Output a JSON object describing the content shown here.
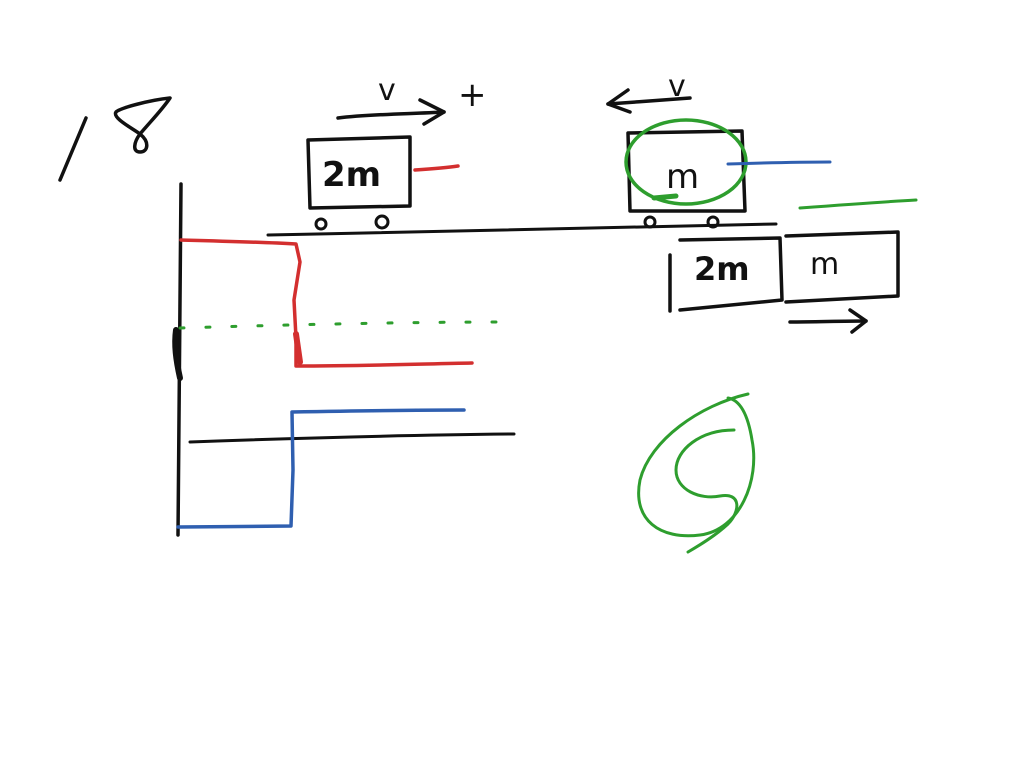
{
  "colors": {
    "black": "#111111",
    "red": "#d32f2f",
    "blue": "#2f5fb0",
    "green": "#2e9e2e",
    "background": "#ffffff"
  },
  "diagram": {
    "problem_number": "18",
    "cart_left": {
      "mass_label": "2m",
      "velocity_label": "v",
      "direction_sign": "+"
    },
    "cart_right": {
      "mass_label": "m",
      "velocity_label": "v"
    },
    "combined": {
      "left_label": "2m",
      "right_label": "m"
    },
    "answer_letter": "C"
  }
}
